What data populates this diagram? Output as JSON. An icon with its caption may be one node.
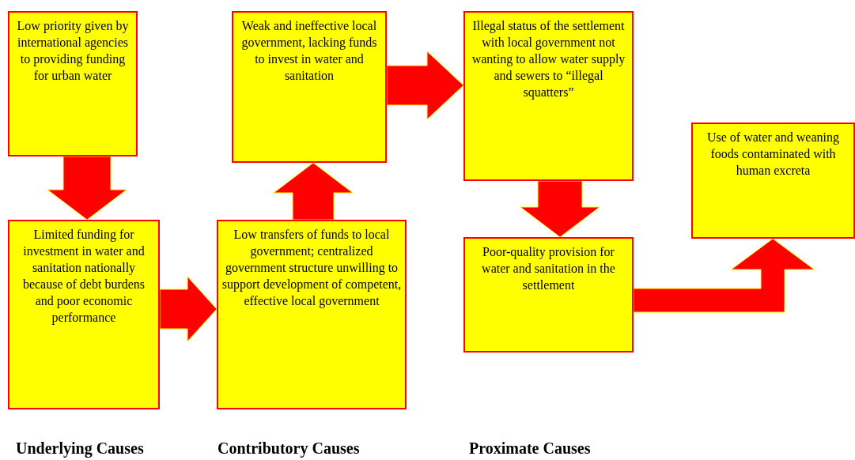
{
  "diagram": {
    "nodes": [
      {
        "text": [
          "Low priority given by international agencies to providing funding for urban water"
        ]
      },
      {
        "text": [
          "Limited funding for investment in water and sanitation nationally because of debt burdens and poor economic performance"
        ]
      },
      {
        "text": [
          "Weak and ineffective local government, lacking funds to invest in water and sanitation"
        ]
      },
      {
        "text": [
          "Low transfers of funds to local government; centralized government structure unwilling to support development of competent, effective local government"
        ]
      },
      {
        "text": [
          "Illegal status of the settlement with local government not wanting to allow water supply and sewers to “illegal squatters”"
        ]
      },
      {
        "text": [
          "Poor-quality provision for water and sanitation in the settlement"
        ]
      },
      {
        "text": [
          "Use of water and weaning foods contaminated with human excreta"
        ]
      }
    ],
    "edges": [
      {
        "from": 0,
        "to": 1,
        "arrow": "to"
      },
      {
        "from": 1,
        "to": 3,
        "arrow": "to"
      },
      {
        "from": 3,
        "to": 2,
        "arrow": "to"
      },
      {
        "from": 2,
        "to": 4,
        "arrow": "to"
      },
      {
        "from": 4,
        "to": 5,
        "arrow": "to"
      },
      {
        "from": 5,
        "to": 6,
        "arrow": "to"
      }
    ],
    "labels": [
      "Underlying Causes",
      "Contributory Causes",
      "Proximate Causes"
    ]
  }
}
